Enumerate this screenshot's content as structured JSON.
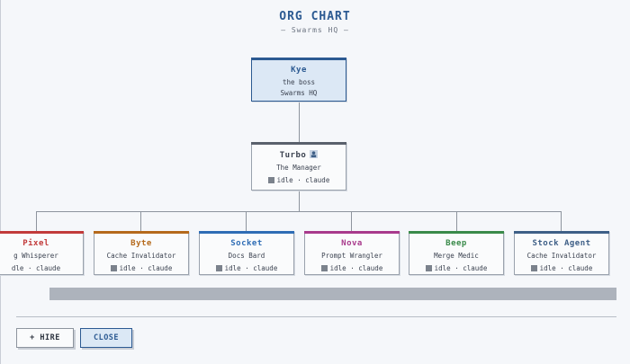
{
  "header": {
    "title": "ORG CHART",
    "subtitle": "— Swarms HQ —"
  },
  "colors": {
    "accent": "#2c5a92",
    "line": "#8d949e"
  },
  "boss": {
    "name": "Kye",
    "role": "the boss",
    "org": "Swarms HQ",
    "color": "#2c5a92"
  },
  "manager": {
    "name": "Turbo",
    "role": "The Manager",
    "status": "idle · claude",
    "color": "#5a616c",
    "icon": "person-icon"
  },
  "reports": [
    {
      "name": "Pixel",
      "role": "g Whisperer",
      "status": "dle · claude",
      "color": "#c23b3b"
    },
    {
      "name": "Byte",
      "role": "Cache Invalidator",
      "status": "idle · claude",
      "color": "#b56a1c"
    },
    {
      "name": "Socket",
      "role": "Docs Bard",
      "status": "idle · claude",
      "color": "#2f6db5"
    },
    {
      "name": "Nova",
      "role": "Prompt Wrangler",
      "status": "idle · claude",
      "color": "#a83a8c"
    },
    {
      "name": "Beep",
      "role": "Merge Medic",
      "status": "idle · claude",
      "color": "#3a8a4a"
    },
    {
      "name": "Stock Agent",
      "role": "Cache Invalidator",
      "status": "idle · claude",
      "color": "#3e5f87"
    }
  ],
  "footer": {
    "hire_label": "+ HIRE",
    "close_label": "CLOSE"
  }
}
